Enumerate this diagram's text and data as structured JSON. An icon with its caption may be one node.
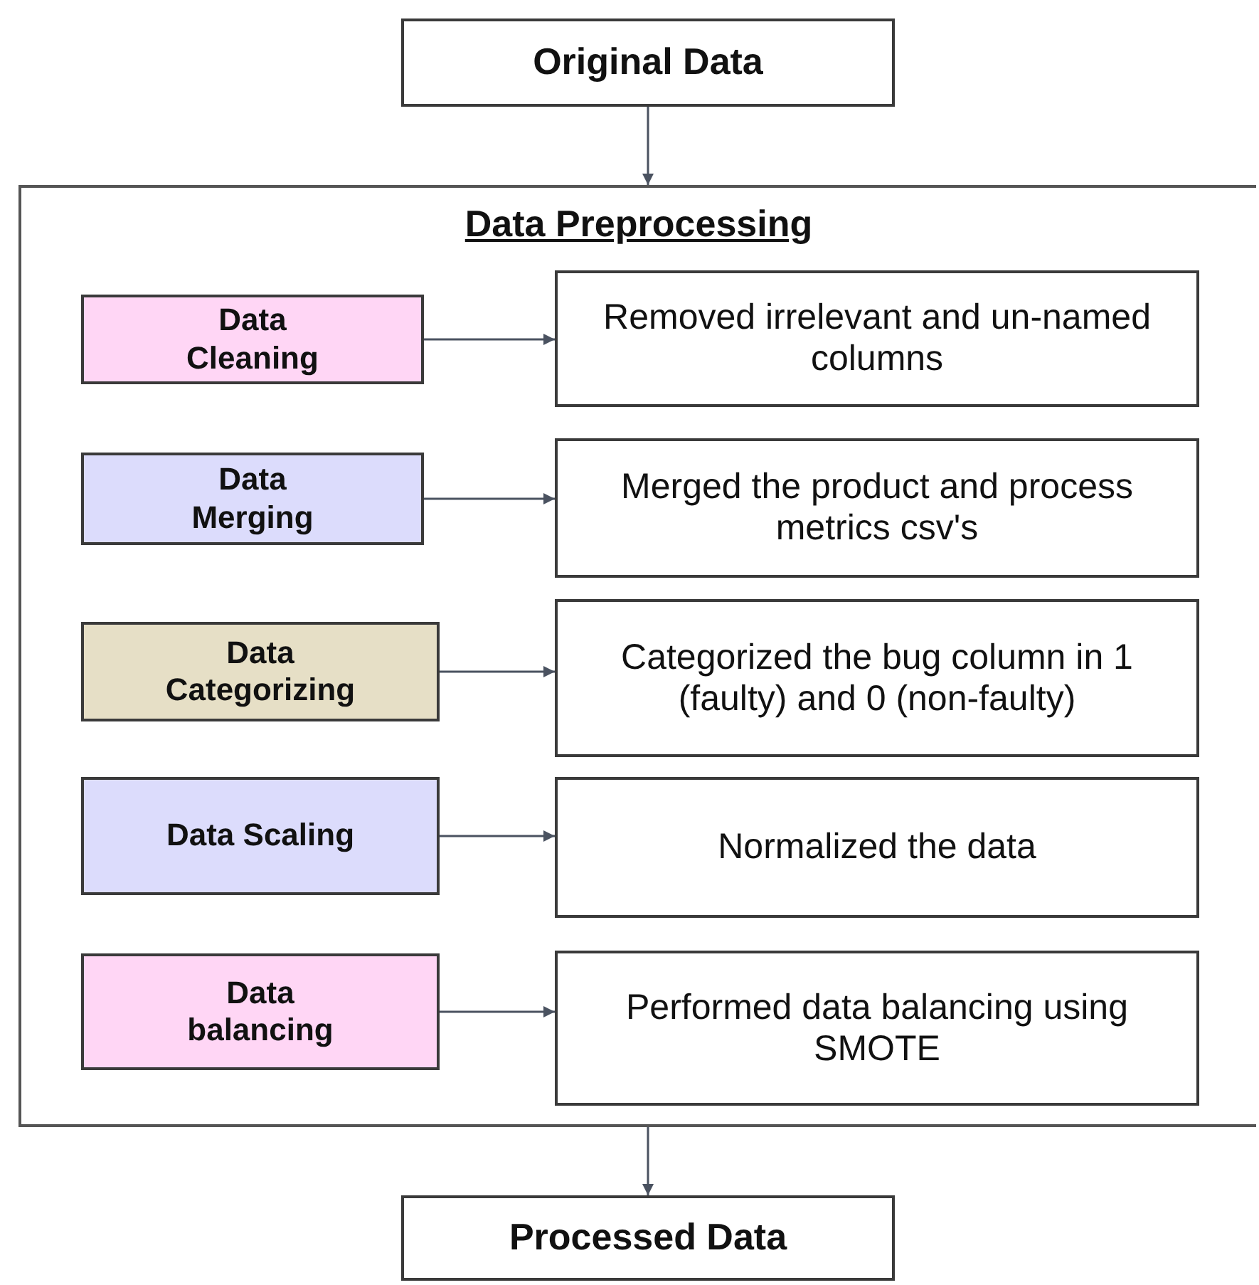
{
  "diagram": {
    "nodes": [
      {
        "text": [
          "Original Data"
        ]
      },
      {
        "text": [
          "Data Preprocessing"
        ]
      },
      {
        "text": [
          "Data Cleaning"
        ],
        "in": 1
      },
      {
        "text": [
          "Removed irrelevant and un-named columns"
        ],
        "in": 1
      },
      {
        "text": [
          "Data Merging"
        ],
        "in": 1
      },
      {
        "text": [
          "Merged the product and process metrics csv's"
        ],
        "in": 1
      },
      {
        "text": [
          "Data Categorizing"
        ],
        "in": 1
      },
      {
        "text": [
          "Categorized the bug column in 1 (faulty) and 0 (non-faulty)"
        ],
        "in": 1
      },
      {
        "text": [
          "Data Scaling"
        ],
        "in": 1
      },
      {
        "text": [
          "Normalized the data"
        ],
        "in": 1
      },
      {
        "text": [
          "Data balancing"
        ],
        "in": 1
      },
      {
        "text": [
          "Performed data balancing using SMOTE"
        ],
        "in": 1
      },
      {
        "text": [
          "Processed Data"
        ]
      }
    ],
    "edges": [
      {
        "from": 0,
        "to": 1,
        "arrow": "to"
      },
      {
        "from": 2,
        "to": 3,
        "arrow": "to"
      },
      {
        "from": 4,
        "to": 5,
        "arrow": "to"
      },
      {
        "from": 6,
        "to": 7,
        "arrow": "to"
      },
      {
        "from": 8,
        "to": 9,
        "arrow": "to"
      },
      {
        "from": 10,
        "to": 11,
        "arrow": "to"
      },
      {
        "from": 1,
        "to": 12,
        "arrow": "to"
      }
    ]
  }
}
